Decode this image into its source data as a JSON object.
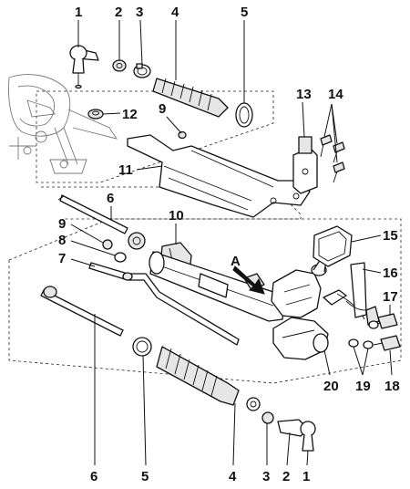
{
  "diagram": {
    "callouts": {
      "top_1": "1",
      "top_2": "2",
      "top_3": "3",
      "top_4": "4",
      "top_5": "5",
      "c9a": "9",
      "c12": "12",
      "c13": "13",
      "c14": "14",
      "c11": "11",
      "c6a": "6",
      "c10": "10",
      "c9b": "9",
      "c8": "8",
      "c7": "7",
      "c15": "15",
      "cA": "A",
      "c16": "16",
      "c17": "17",
      "c20": "20",
      "c19": "19",
      "c18": "18",
      "bot_6": "6",
      "bot_5": "5",
      "bot_4": "4",
      "bot_3": "3",
      "bot_2": "2",
      "bot_1": "1"
    }
  }
}
